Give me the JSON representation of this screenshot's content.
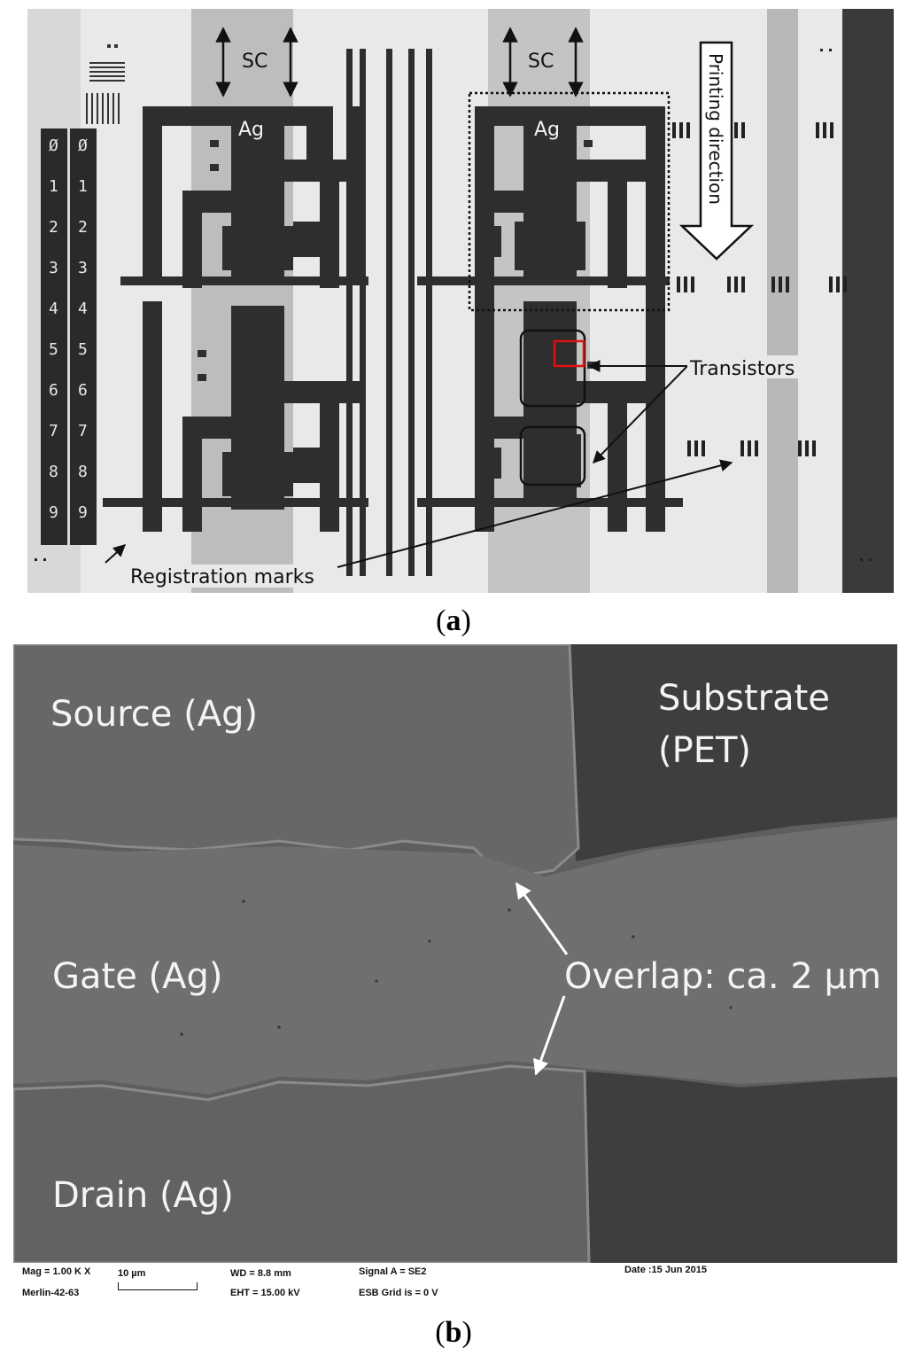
{
  "panel_a": {
    "labels": {
      "sc_left": "SC",
      "sc_right": "SC",
      "ag_left": "Ag",
      "ag_right": "Ag",
      "printing_direction": "Printing direction",
      "transistors": "Transistors",
      "registration_marks": "Registration marks"
    },
    "scale_digits": [
      "Ø",
      "1",
      "2",
      "3",
      "4",
      "5",
      "6",
      "7",
      "8",
      "9"
    ],
    "caption_open": "(",
    "caption_letter": "a",
    "caption_close": ")"
  },
  "panel_b": {
    "labels": {
      "source": "Source (Ag)",
      "substrate_line1": "Substrate",
      "substrate_line2": "(PET)",
      "gate": "Gate (Ag)",
      "overlap": "Overlap: ca. 2 µm",
      "drain": "Drain (Ag)"
    },
    "sem_info": {
      "mag": "Mag =   1.00 K X",
      "scale": "10 µm",
      "microscope": "Merlin-42-63",
      "wd": "WD =  8.8 mm",
      "eht": "EHT = 15.00 kV",
      "signal": "Signal A = SE2",
      "esb": "ESB Grid is =     0 V",
      "date": "Date :15 Jun 2015"
    },
    "caption_open": "(",
    "caption_letter": "b",
    "caption_close": ")"
  }
}
